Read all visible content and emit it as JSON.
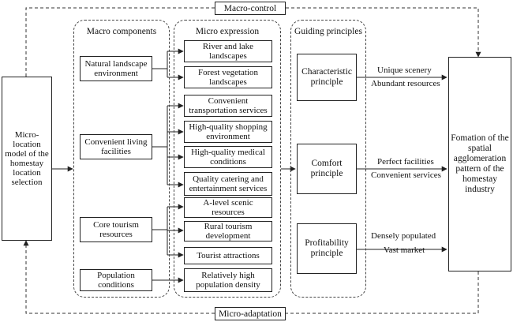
{
  "macro_control": "Macro-control",
  "micro_adaptation": "Micro-adaptation",
  "left_box": "Micro-location model of the homestay location selection",
  "macro_components": {
    "title": "Macro components",
    "items": [
      "Natural landscape environment",
      "Convenient living facilities",
      "Core tourism resources",
      "Population conditions"
    ]
  },
  "micro_expression": {
    "title": "Micro expression",
    "items": [
      "River and lake landscapes",
      "Forest vegetation landscapes",
      "Convenient transportation services",
      "High-quality shopping environment",
      "High-quality medical conditions",
      "Quality catering and entertainment services",
      "A-level scenic resources",
      "Rural tourism development",
      "Tourist attractions",
      "Relatively high population density"
    ]
  },
  "guiding_principles": {
    "title": "Guiding principles",
    "items": [
      "Characteristic principle",
      "Comfort principle",
      "Profitability principle"
    ]
  },
  "principle_outcomes": [
    {
      "line1": "Unique scenery",
      "line2": "Abundant resources"
    },
    {
      "line1": "Perfect facilities",
      "line2": "Convenient services"
    },
    {
      "line1": "Densely populated",
      "line2": "Vast market"
    }
  ],
  "right_box": "Fomation of the spatial agglomeration pattern of the homestay industry"
}
